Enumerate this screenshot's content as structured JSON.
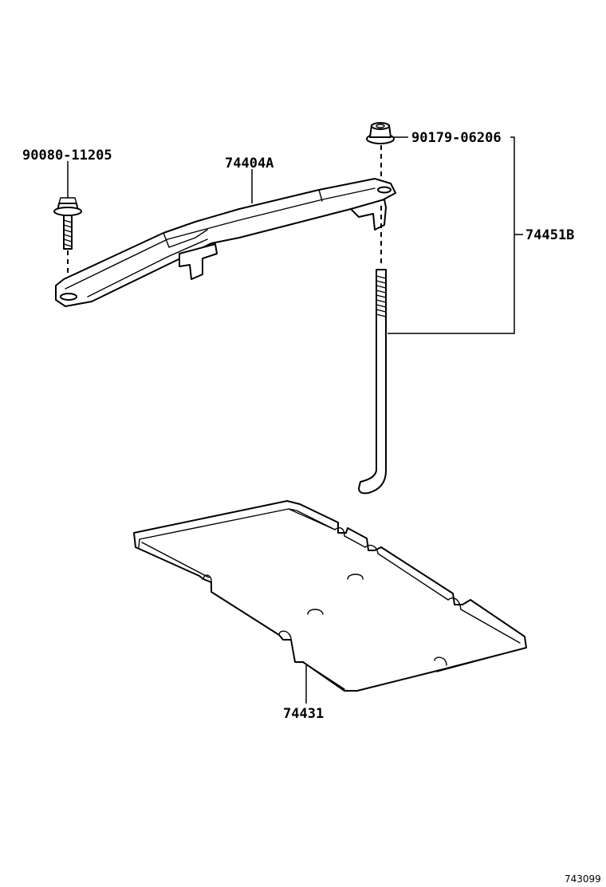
{
  "labels": {
    "bolt": "90080-11205",
    "clamp": "74404A",
    "nut": "90179-06206",
    "bolt_assembly": "74451B",
    "tray": "74431",
    "figure_code": "743099"
  }
}
